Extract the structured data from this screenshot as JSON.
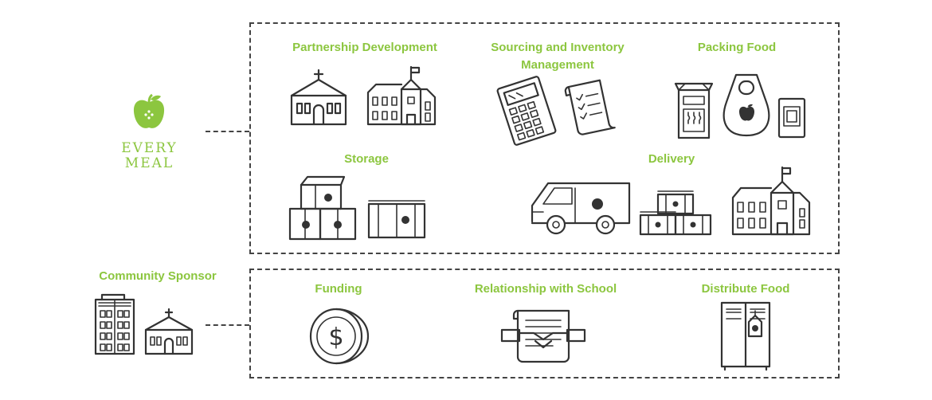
{
  "logo": {
    "line1": "EVERY",
    "line2": "MEAL"
  },
  "top_section": {
    "partnership": "Partnership Development",
    "sourcing": "Sourcing and Inventory Management",
    "packing": "Packing Food",
    "storage": "Storage",
    "delivery": "Delivery"
  },
  "sponsor": {
    "title": "Community Sponsor"
  },
  "bottom_section": {
    "funding": "Funding",
    "relationship": "Relationship with School",
    "distribute": "Distribute Food"
  },
  "colors": {
    "accent": "#8cc63f",
    "line": "#444444",
    "icon": "#333333"
  },
  "icons": [
    "apple-logo-icon",
    "church-icon",
    "school-icon",
    "calculator-icon",
    "checklist-scroll-icon",
    "food-box-icon",
    "grocery-bag-icon",
    "canned-food-icon",
    "stacked-boxes-icon",
    "crate-icon",
    "delivery-van-icon",
    "crates-icon",
    "office-building-icon",
    "dollar-coin-icon",
    "handshake-contract-icon",
    "locker-icon"
  ]
}
